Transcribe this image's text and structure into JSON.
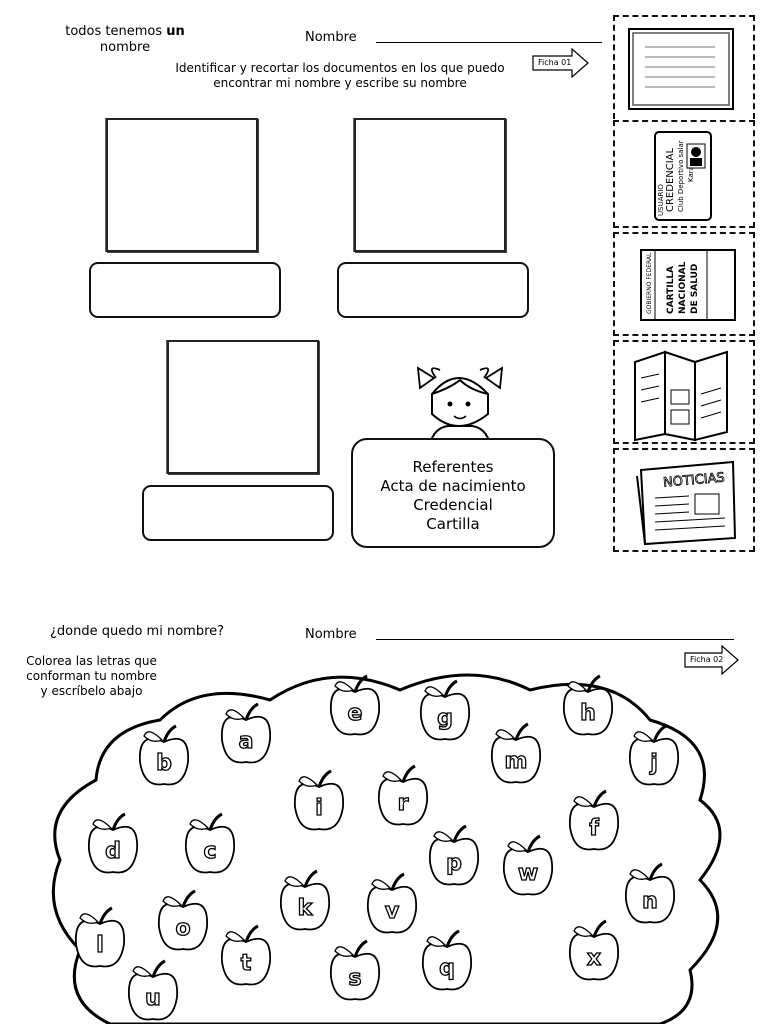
{
  "ficha1": {
    "title_pre": "todos tenemos ",
    "title_bold": "un",
    "title_post": "nombre",
    "nombre_label": "Nombre",
    "instructions_line1": "Identificar y recortar los documentos en los que puedo",
    "instructions_line2": "encontrar mi nombre y escribe su nombre",
    "ficha_tag": "Ficha 01",
    "referentes": [
      "Referentes",
      "Acta de nacimiento",
      "Credencial",
      "Cartilla"
    ],
    "card_texts": {
      "credencial": "CREDENCIAL",
      "club": "Club Deportivo salar",
      "karate": "Karate",
      "usuario": "USUARIO",
      "cartilla_line1": "CARTILLA",
      "cartilla_line2": "NACIONAL",
      "cartilla_line3": "DE SALUD",
      "gobierno": "GOBIERNO FEDERAL",
      "noticias": "NOTICIAS"
    }
  },
  "ficha2": {
    "question": "¿donde quedo mi  nombre?",
    "nombre_label": "Nombre",
    "instructions_line1": "Colorea las letras que",
    "instructions_line2": "conforman tu nombre",
    "instructions_line3": "y escríbelo abajo",
    "ficha_tag": "Ficha 02",
    "letters": [
      "e",
      "g",
      "h",
      "a",
      "b",
      "m",
      "j",
      "i",
      "r",
      "f",
      "d",
      "c",
      "p",
      "w",
      "n",
      "k",
      "v",
      "l",
      "o",
      "t",
      "q",
      "x",
      "s",
      "u"
    ]
  }
}
